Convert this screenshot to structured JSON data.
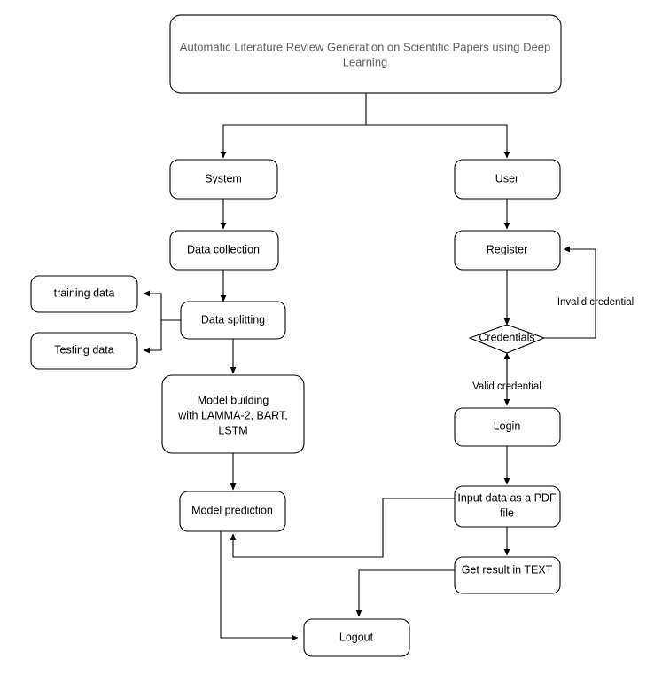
{
  "diagram": {
    "kind": "flowchart",
    "background_color": "#ffffff",
    "line_color": "#000000",
    "title_text_color": "#5f5f66",
    "node_text_color": "#000000"
  },
  "nodes": {
    "title": {
      "label_line1": "Automatic Literature Review Generation on Scientific Papers using Deep",
      "label_line2": "Learning",
      "shape": "rounded-rectangle"
    },
    "system": {
      "label": "System",
      "shape": "rounded-rectangle"
    },
    "data_collection": {
      "label": "Data collection",
      "shape": "rounded-rectangle"
    },
    "data_splitting": {
      "label": "Data splitting",
      "shape": "rounded-rectangle"
    },
    "training_data": {
      "label": "training data",
      "shape": "rounded-rectangle"
    },
    "testing_data": {
      "label": "Testing data",
      "shape": "rounded-rectangle"
    },
    "model_building": {
      "label_line1": "Model building",
      "label_line2": "with LAMMA-2, BART,",
      "label_line3": "LSTM",
      "shape": "rounded-rectangle"
    },
    "model_prediction": {
      "label": "Model prediction",
      "shape": "rounded-rectangle"
    },
    "user": {
      "label": "User",
      "shape": "rounded-rectangle"
    },
    "register": {
      "label": "Register",
      "shape": "rounded-rectangle"
    },
    "credentials": {
      "label": "Credentials",
      "shape": "diamond"
    },
    "login": {
      "label": "Login",
      "shape": "rounded-rectangle"
    },
    "input_pdf": {
      "label_line1": "Input data as a PDF",
      "label_line2": "file",
      "shape": "rounded-rectangle"
    },
    "get_result": {
      "label": "Get result in TEXT",
      "shape": "rounded-rectangle"
    },
    "logout": {
      "label": "Logout",
      "shape": "rounded-rectangle"
    }
  },
  "edge_labels": {
    "invalid_credential": "Invalid credential",
    "valid_credential": "Valid credential"
  }
}
